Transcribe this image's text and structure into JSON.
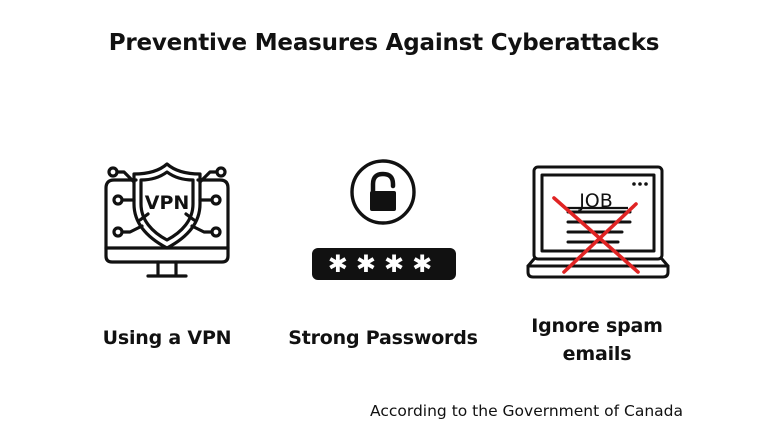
{
  "title": "Preventive Measures Against Cyberattacks",
  "measures": [
    {
      "label": "Using a VPN",
      "icon": "vpn-shield-monitor-icon",
      "badge_text": "VPN"
    },
    {
      "label": "Strong Passwords",
      "icon": "padlock-password-icon",
      "password_mask": "✱✱✱✱"
    },
    {
      "label": "Ignore spam\nemails",
      "icon": "laptop-spam-job-crossed-icon",
      "badge_text": "JOB"
    }
  ],
  "source": "According to the Government of Canada",
  "colors": {
    "ink": "#111111",
    "cross": "#e02424",
    "background": "#ffffff"
  }
}
